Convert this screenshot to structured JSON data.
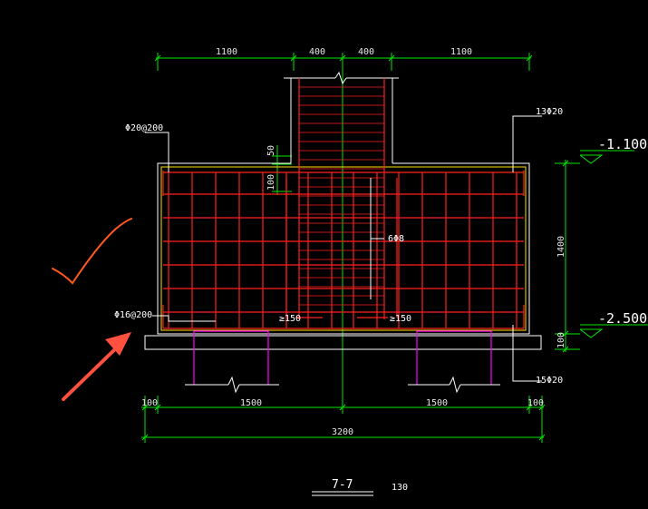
{
  "section_title": "7-7",
  "scale": "130",
  "dims": {
    "top": [
      "1100",
      "400",
      "400",
      "1100"
    ],
    "bottom": [
      "100",
      "1500",
      "1500",
      "100"
    ],
    "total": "3200",
    "side_height": "1400",
    "side_bottom": "100",
    "col_50": "50",
    "col_100": "100"
  },
  "elevations": {
    "top": "-1.100",
    "bottom": "-2.500"
  },
  "labels": {
    "top_left_rebar": "Φ20@200",
    "top_right_rebar": "13Φ20",
    "bottom_left_rebar": "Φ16@200",
    "bottom_right_rebar": "15Φ20",
    "stirrup": "6Φ8",
    "anchor_left": "≥150",
    "anchor_right": "≥150"
  },
  "colors": {
    "rebar": "#ff2020",
    "dimension": "#00e600",
    "outline": "#ffffff",
    "cover": "#ffe000",
    "pile": "#ff00ff",
    "annotation": "#ff5040"
  }
}
